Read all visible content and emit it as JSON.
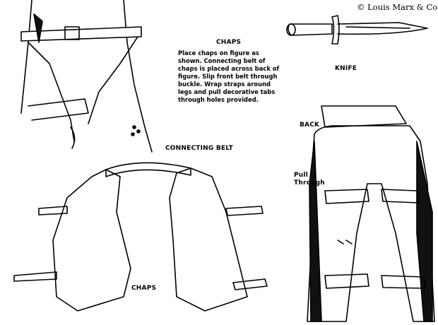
{
  "copyright": "© Louis Marx & Co",
  "knife": {
    "label": "KNIFE"
  },
  "instructions": {
    "title": "CHAPS",
    "text": "Place chaps on figure as shown. Connecting belt of chaps is placed across back of figure. Slip front belt through buckle. Wrap straps around legs and pull decorative tabs through holes provided."
  },
  "chaps_diagram": {
    "belt_label": "CONNECTING BELT",
    "label": "CHAPS"
  },
  "figure_diagram": {
    "back_label": "BACK",
    "pull_through_label": "Pull\nThrough"
  }
}
